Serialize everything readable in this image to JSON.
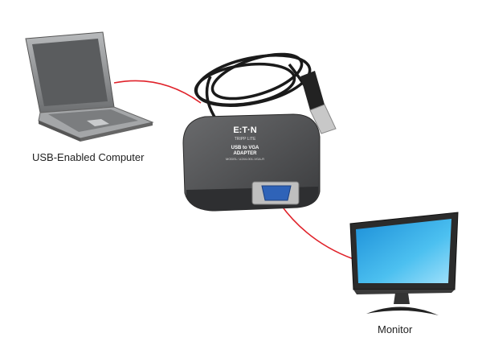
{
  "labels": {
    "computer": "USB-Enabled Computer",
    "monitor": "Monitor"
  },
  "adapter": {
    "brand": "E:T·N",
    "sub_brand": "TRIPP LITE",
    "title_line1": "USB to VGA",
    "title_line2": "ADAPTER",
    "model": "MODEL: U244-001-VGA-R"
  },
  "colors": {
    "connection_line": "#e0222a",
    "adapter_body": "#4a4b4d",
    "screen_blue": "#2aa6e6",
    "laptop_gray": "#8a8c8e"
  }
}
